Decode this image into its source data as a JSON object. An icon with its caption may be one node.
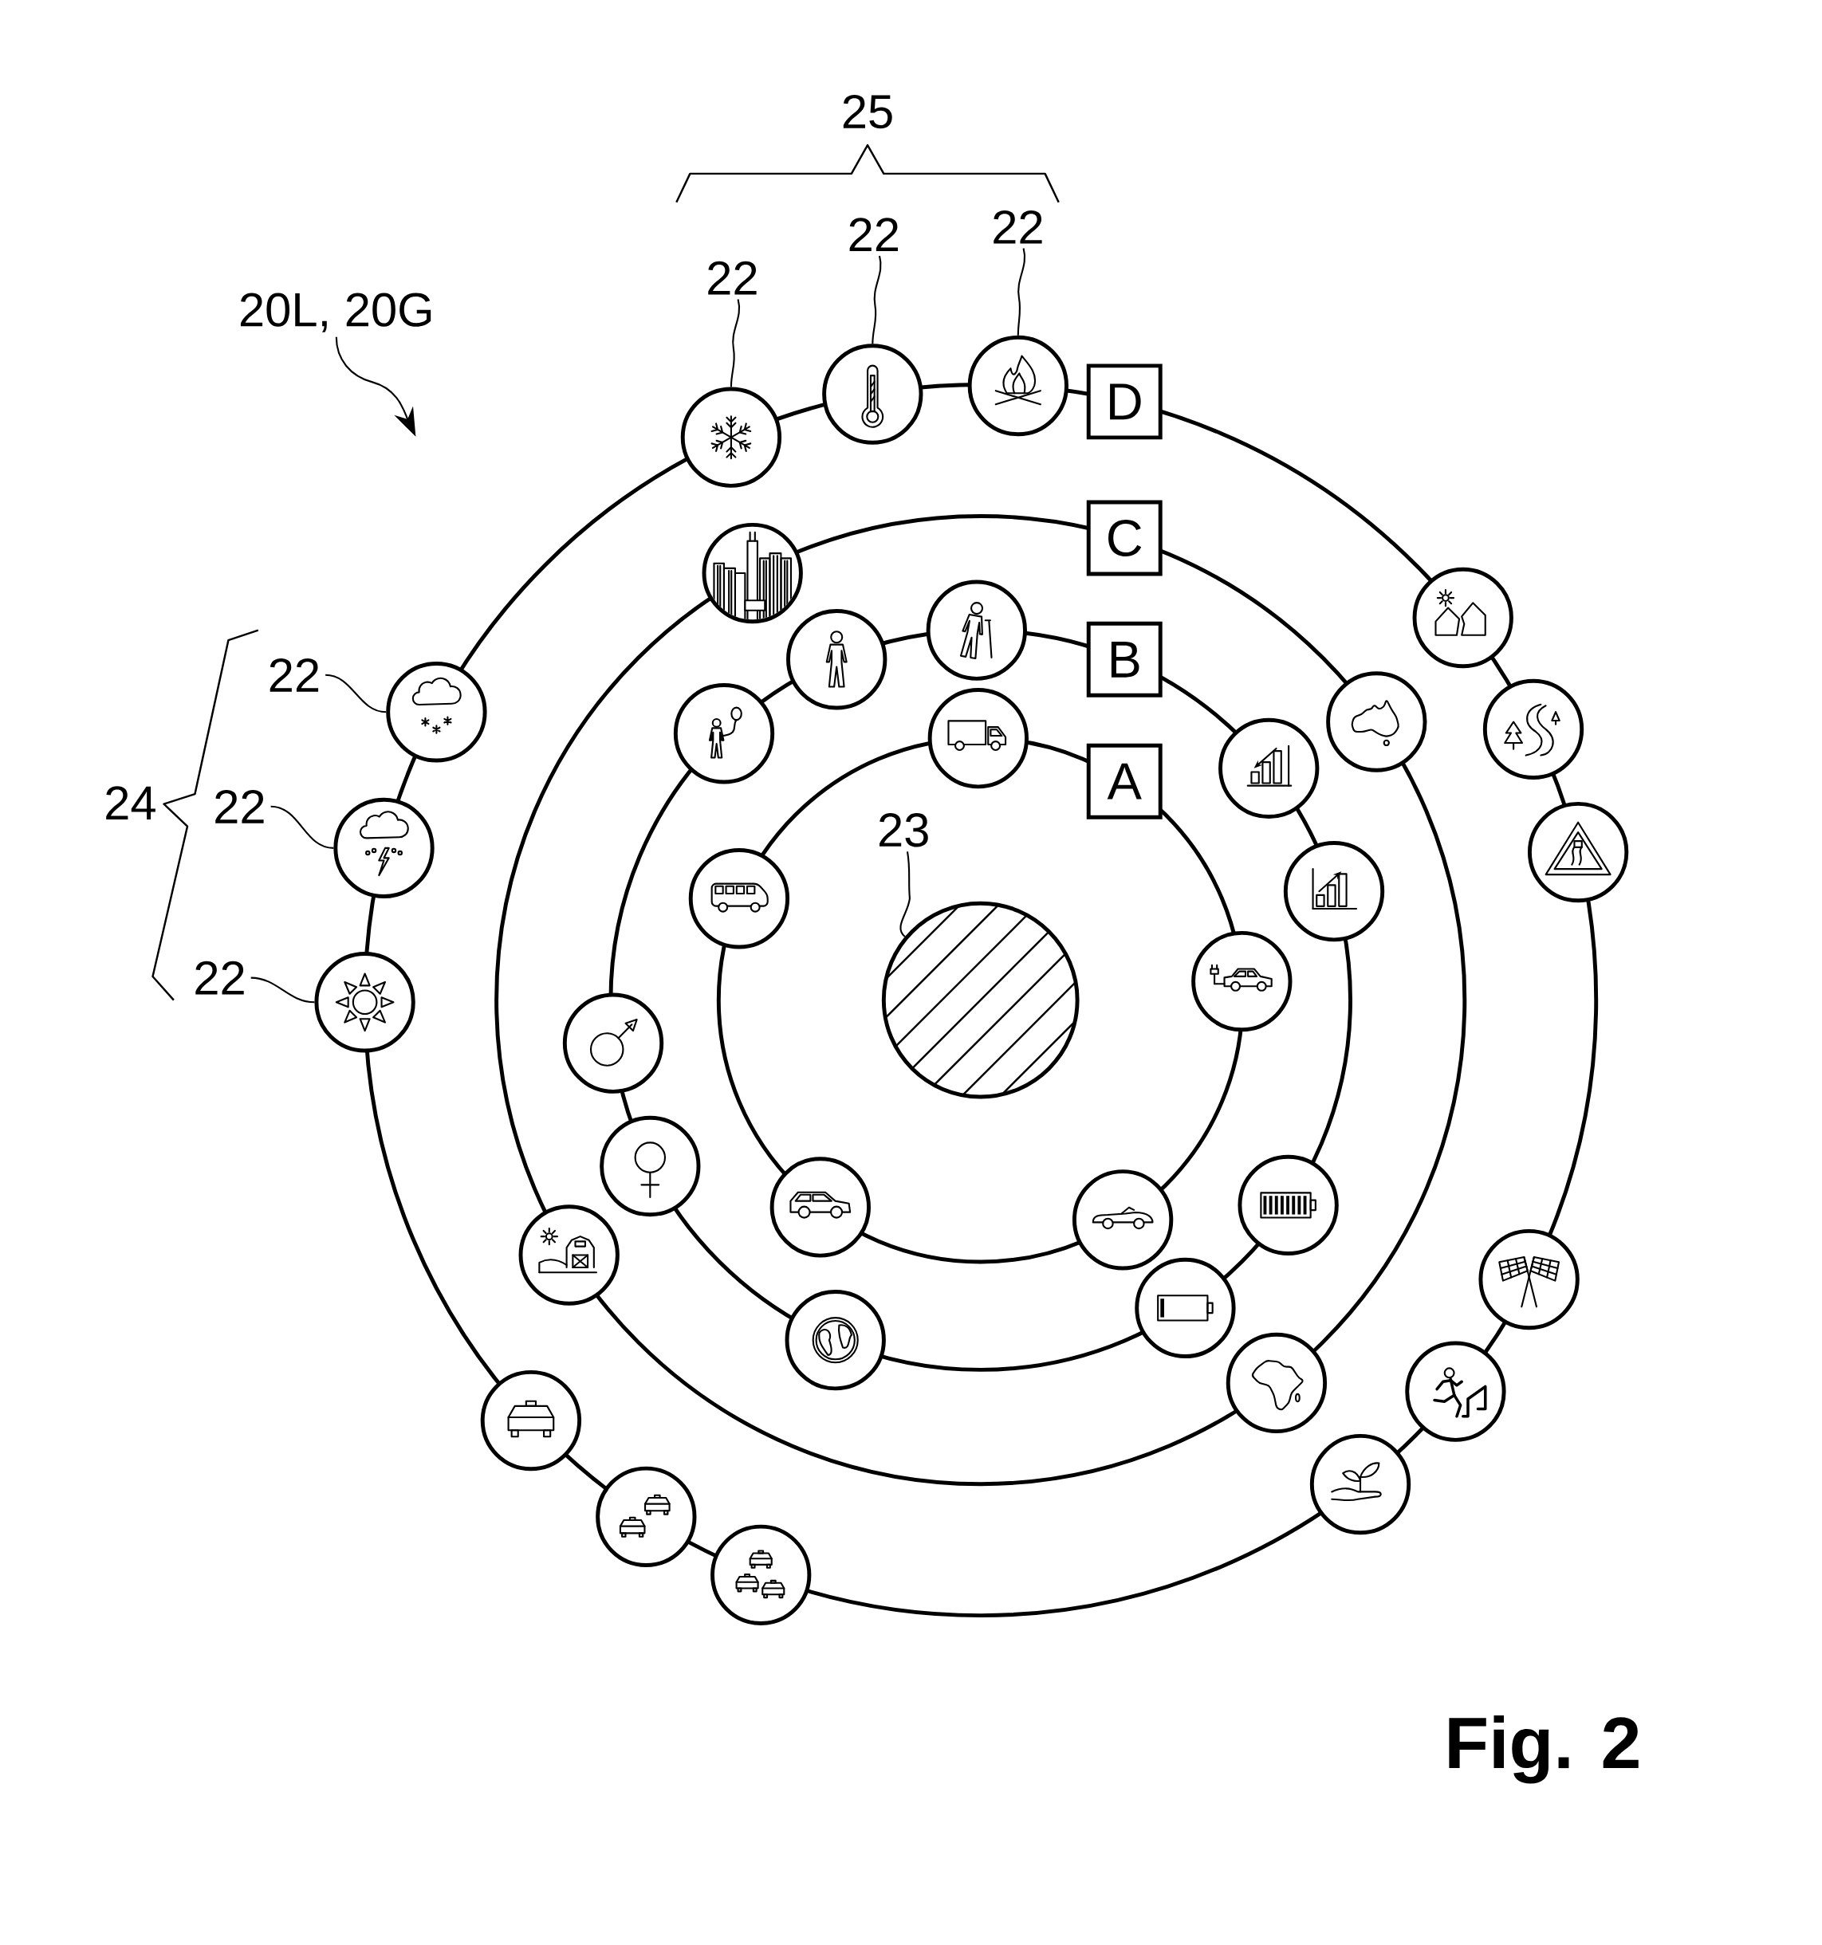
{
  "diagram": {
    "caption": "Fig. 2",
    "nodes": [
      {
        "text": [
          "22"
        ]
      },
      {
        "text": [
          "22"
        ]
      },
      {
        "text": [
          "22"
        ]
      },
      {
        "text": [
          "20L, 20G"
        ]
      },
      {
        "text": [],
        "shape": "circle"
      },
      {
        "text": [],
        "shape": "circle"
      },
      {
        "text": [],
        "shape": "circle"
      },
      {
        "text": [
          "D"
        ]
      },
      {
        "text": [
          "C"
        ]
      },
      {
        "text": [],
        "shape": "circle"
      },
      {
        "text": [],
        "shape": "circle"
      },
      {
        "text": [],
        "shape": "circle"
      },
      {
        "text": [],
        "shape": "circle"
      },
      {
        "text": [
          "B"
        ]
      },
      {
        "text": [
          "22"
        ]
      },
      {
        "text": [],
        "shape": "circle"
      },
      {
        "text": [],
        "shape": "circle"
      },
      {
        "text": [],
        "shape": "circle"
      },
      {
        "text": [],
        "shape": "circle"
      },
      {
        "text": [],
        "shape": "circle"
      },
      {
        "text": [],
        "shape": "circle"
      },
      {
        "text": [
          "A"
        ]
      },
      {
        "text": [
          "22"
        ]
      },
      {
        "text": [
          "23"
        ]
      },
      {
        "text": [],
        "shape": "circle"
      },
      {
        "text": [],
        "shape": "circle"
      },
      {
        "text": [],
        "shape": "circle"
      },
      {
        "text": [],
        "shape": "circle"
      },
      {
        "text": [
          "22"
        ]
      },
      {
        "text": [],
        "shape": "circle"
      },
      {
        "text": [],
        "shape": "circle"
      },
      {
        "text": [],
        "shape": "circle"
      },
      {
        "text": [],
        "shape": "circle"
      },
      {
        "text": [],
        "shape": "circle"
      },
      {
        "text": [],
        "shape": "circle"
      },
      {
        "text": [],
        "shape": "circle"
      },
      {
        "text": [],
        "shape": "circle"
      },
      {
        "text": [],
        "shape": "circle"
      },
      {
        "text": [],
        "shape": "circle"
      },
      {
        "text": [],
        "shape": "circle"
      },
      {
        "text": [],
        "shape": "circle"
      },
      {
        "text": [],
        "shape": "circle"
      },
      {
        "text": [],
        "shape": "circle"
      },
      {
        "text": [],
        "shape": "circle"
      },
      {
        "text": [],
        "shape": "circle"
      },
      {
        "text": [],
        "shape": "circle"
      },
      {
        "text": [],
        "shape": "circle"
      }
    ],
    "edges": [
      {
        "from": 0,
        "to": 4,
        "arrow": "none"
      },
      {
        "from": 1,
        "to": 5,
        "arrow": "none"
      },
      {
        "from": 2,
        "to": 6,
        "arrow": "none"
      },
      {
        "from": 3,
        "to": null,
        "arrow": "to"
      },
      {
        "from": 14,
        "to": 15,
        "arrow": "none"
      },
      {
        "from": 22,
        "to": 24,
        "arrow": "none"
      },
      {
        "from": 28,
        "to": 31,
        "arrow": "none"
      },
      {
        "from": 23,
        "to": 30,
        "arrow": "none"
      }
    ],
    "labels": [
      "25",
      "24"
    ]
  }
}
